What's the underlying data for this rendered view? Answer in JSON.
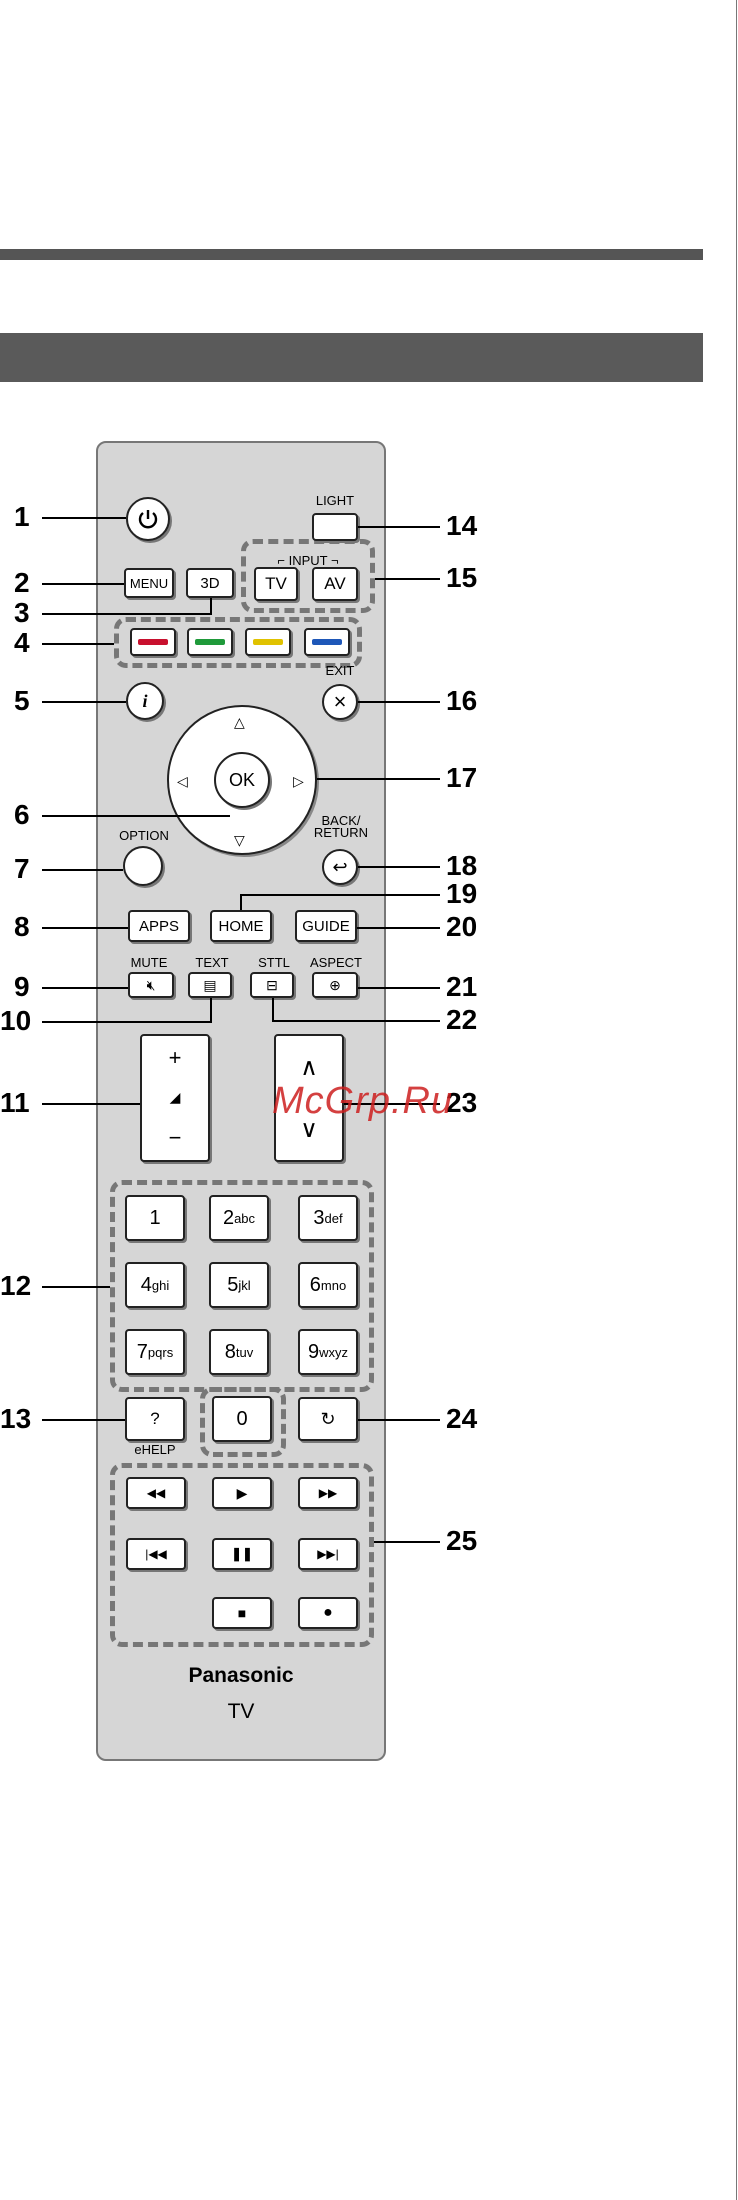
{
  "callouts": [
    "1",
    "2",
    "3",
    "4",
    "5",
    "6",
    "7",
    "8",
    "9",
    "10",
    "11",
    "12",
    "13",
    "14",
    "15",
    "16",
    "17",
    "18",
    "19",
    "20",
    "21",
    "22",
    "23",
    "24",
    "25"
  ],
  "labels": {
    "light": "LIGHT",
    "input": "INPUT",
    "exit": "EXIT",
    "option": "OPTION",
    "back_line1": "BACK/",
    "back_line2": "RETURN",
    "mute": "MUTE",
    "text": "TEXT",
    "sttl": "STTL",
    "aspect": "ASPECT",
    "ehelp": "eHELP"
  },
  "buttons": {
    "menu": "MENU",
    "three_d": "3D",
    "tv": "TV",
    "av": "AV",
    "ok": "OK",
    "apps": "APPS",
    "home": "HOME",
    "guide": "GUIDE",
    "help": "?",
    "zero": "0"
  },
  "numpad": [
    {
      "digit": "1",
      "letters": ""
    },
    {
      "digit": "2",
      "letters": "abc"
    },
    {
      "digit": "3",
      "letters": "def"
    },
    {
      "digit": "4",
      "letters": "ghi"
    },
    {
      "digit": "5",
      "letters": "jkl"
    },
    {
      "digit": "6",
      "letters": "mno"
    },
    {
      "digit": "7",
      "letters": "pqrs"
    },
    {
      "digit": "8",
      "letters": "tuv"
    },
    {
      "digit": "9",
      "letters": "wxyz"
    }
  ],
  "color_buttons": [
    "#c8102e",
    "#1f9a3a",
    "#e0c200",
    "#1e57b8"
  ],
  "brand": "Panasonic",
  "model": "TV",
  "watermark": "McGrp.Ru",
  "icons": {
    "power": "power-icon",
    "info": "info-icon",
    "exit": "close-icon",
    "back": "return-icon",
    "mute": "mute-icon",
    "text": "teletext-icon",
    "sttl": "subtitle-icon",
    "aspect": "aspect-icon",
    "last_view": "last-view-icon"
  }
}
